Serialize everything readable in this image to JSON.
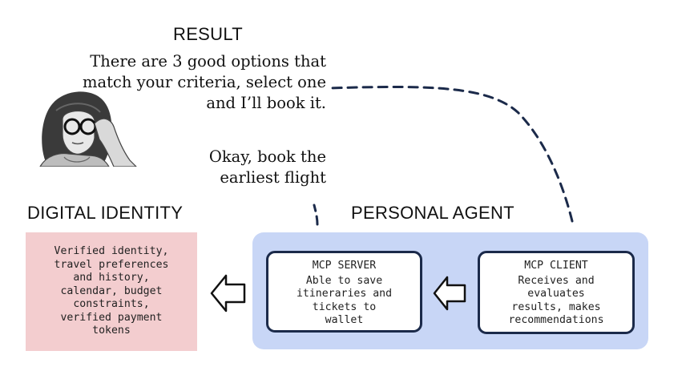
{
  "headings": {
    "result": "RESULT",
    "digital_identity": "DIGITAL IDENTITY",
    "personal_agent": "PERSONAL AGENT"
  },
  "speech": {
    "agent_lines": [
      "There are 3 good options that",
      "match your criteria, select one",
      "and I’ll book it."
    ],
    "user_lines": [
      "Okay, book the",
      "earliest flight"
    ]
  },
  "identity_box": {
    "lines": [
      "Verified identity,",
      "travel preferences",
      "and history,",
      "calendar, budget",
      "constraints,",
      "verified payment",
      "tokens"
    ]
  },
  "mcp_server": {
    "title": "MCP SERVER",
    "lines": [
      "Able to save",
      "itineraries and",
      "tickets to",
      "wallet"
    ]
  },
  "mcp_client": {
    "title": "MCP CLIENT",
    "lines": [
      "Receives and",
      "evaluates",
      "results, makes",
      "recommendations"
    ]
  },
  "colors": {
    "identity_fill": "#f3cdcf",
    "agent_panel_fill": "#c8d6f6",
    "box_border": "#1b2a4a",
    "dashed_line": "#1b2a4a"
  },
  "icons": {
    "portrait": "woman-with-glasses-portrait",
    "arrow": "hollow-left-arrow"
  }
}
